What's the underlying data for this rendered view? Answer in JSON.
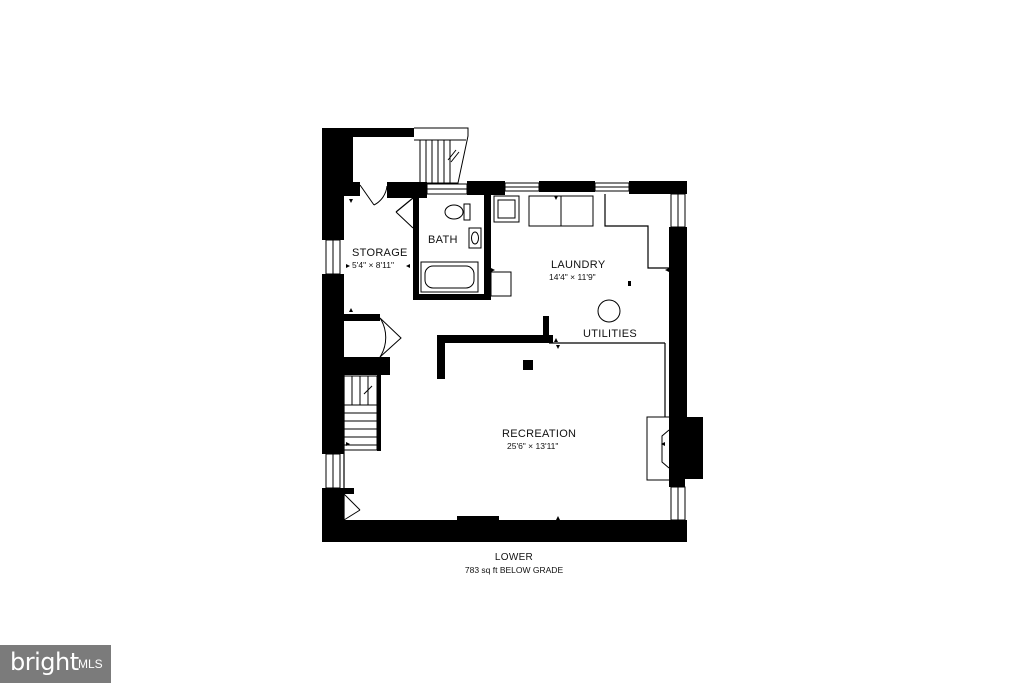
{
  "rooms": {
    "storage": {
      "name": "STORAGE",
      "dims": "5'4\" × 8'11\""
    },
    "bath": {
      "name": "BATH"
    },
    "laundry": {
      "name": "LAUNDRY",
      "dims": "14'4\" × 11'9\""
    },
    "utilities": {
      "name": "UTILITIES"
    },
    "recreation": {
      "name": "RECREATION",
      "dims": "25'6\" × 13'11\""
    }
  },
  "level": {
    "name": "LOWER",
    "area": "783 sq ft BELOW GRADE"
  },
  "watermark": {
    "brand": "bright",
    "suffix": "MLS"
  },
  "colors": {
    "wall": "#000000",
    "background": "#ffffff",
    "logo_bg": "#7b7b7b"
  }
}
